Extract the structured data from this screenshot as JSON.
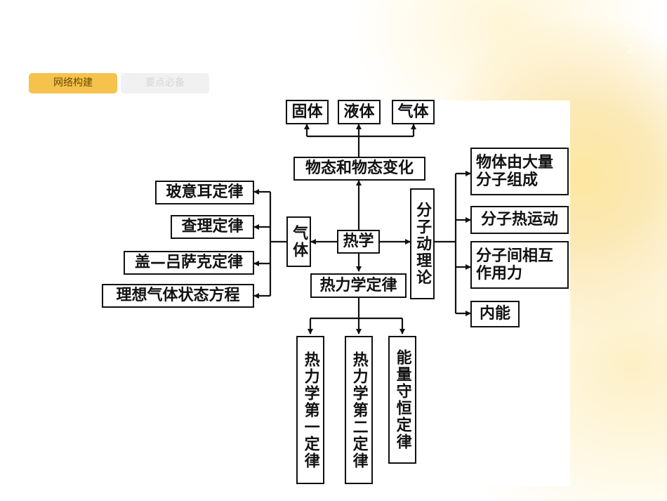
{
  "page_number": "2",
  "tabs": [
    {
      "label": "网络构建",
      "active": true
    },
    {
      "label": "要点必备",
      "active": false
    }
  ],
  "diagram": {
    "center": "热学",
    "states": [
      "固体",
      "液体",
      "气体"
    ],
    "state_change": "物态和物态变化",
    "gas": "气体",
    "gas_laws": [
      "玻意耳定律",
      "查理定律",
      "盖—吕萨克定律",
      "理想气体状态方程"
    ],
    "thermo": "热力学定律",
    "thermo_laws": [
      "热力学第一定律",
      "热力学第二定律",
      "能量守恒定律"
    ],
    "molecular": "分子动理论",
    "molecular_items": [
      "物体由大量分子组成",
      "分子热运动",
      "分子间相互作用力",
      "内能"
    ]
  },
  "colors": {
    "tab_active": "#f5c24c",
    "line": "#111111"
  }
}
